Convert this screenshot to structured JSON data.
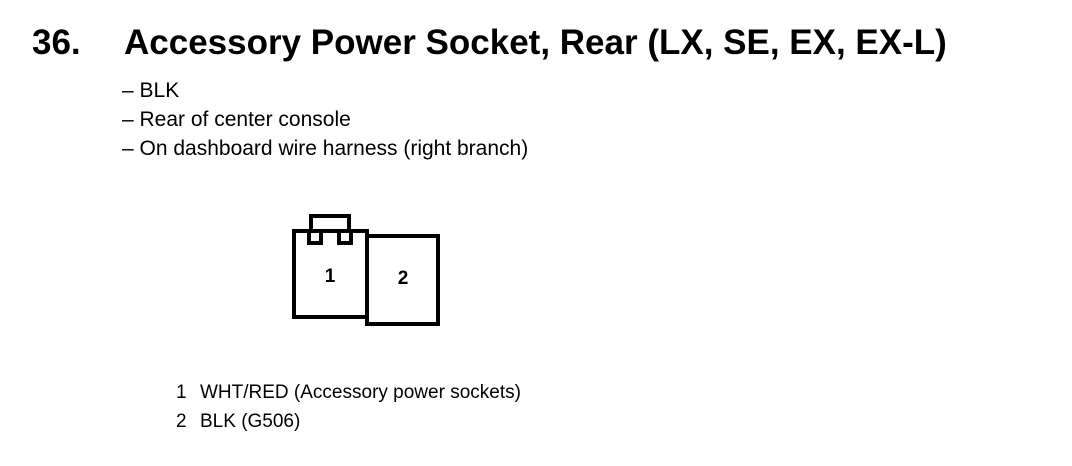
{
  "heading": {
    "number": "36.",
    "title": "Accessory Power Socket, Rear (LX, SE, EX, EX-L)"
  },
  "details": [
    "– BLK",
    "– Rear of center console",
    "– On dashboard wire harness (right branch)"
  ],
  "connector": {
    "cavities": [
      "1",
      "2"
    ]
  },
  "pins": [
    {
      "num": "1",
      "desc": "WHT/RED (Accessory power sockets)"
    },
    {
      "num": "2",
      "desc": "BLK (G506)"
    }
  ]
}
